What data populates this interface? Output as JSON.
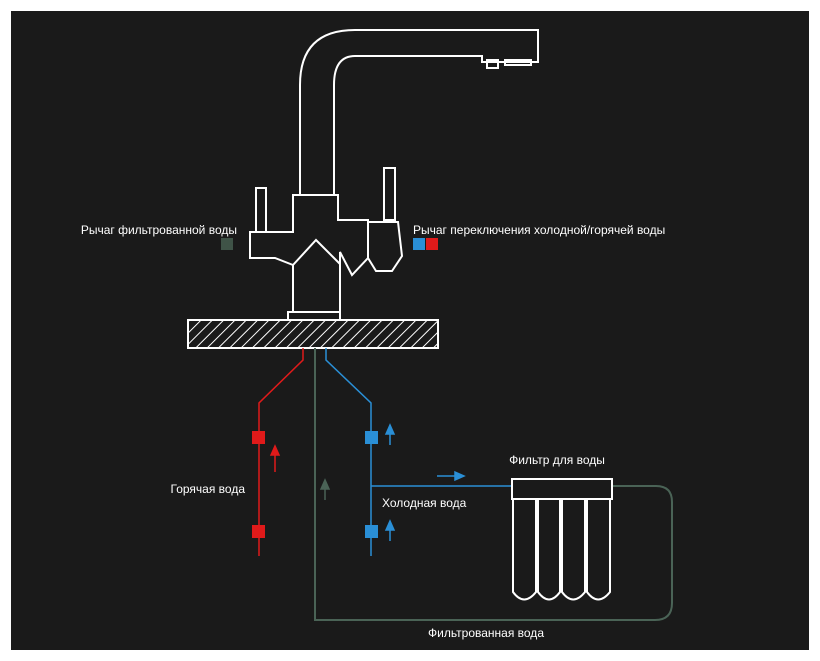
{
  "labels": {
    "filtered_lever": "Рычаг фильтрованной воды",
    "switch_lever": "Рычаг переключения холодной/горячей воды",
    "hot_water": "Горячая вода",
    "cold_water": "Холодная вода",
    "filter": "Фильтр для воды",
    "filtered_water": "Фильтрованная вода"
  },
  "colors": {
    "background": "#1a1a1a",
    "outline": "#ffffff",
    "hot": "#e01a1a",
    "cold": "#2a8fd6",
    "filtered": "#4a6356",
    "filtered_swatch": "#3f5347"
  },
  "icons": {
    "direction": "arrow-icon"
  }
}
